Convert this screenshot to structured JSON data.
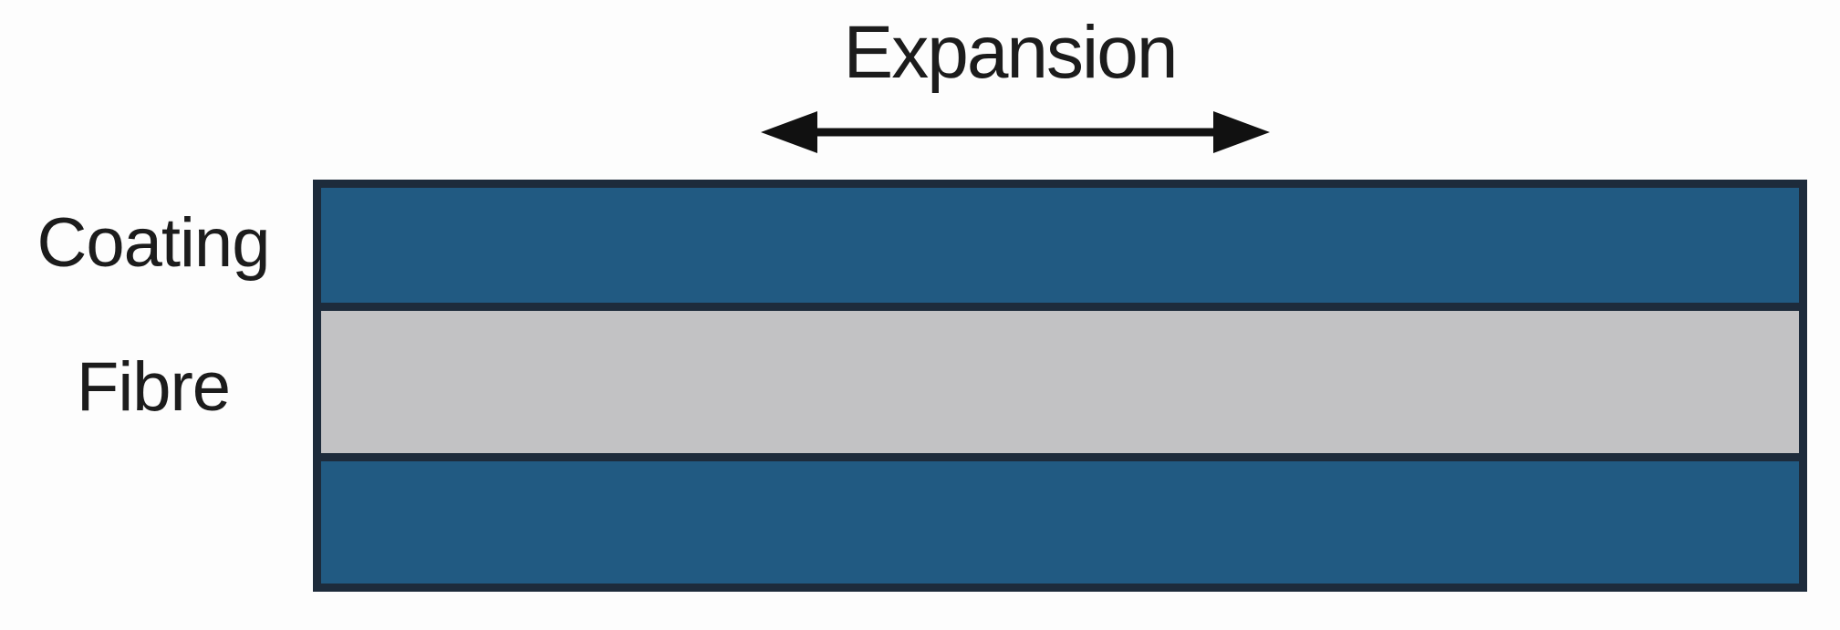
{
  "diagram": {
    "title": "Expansion",
    "arrow": {
      "type": "horizontal-double-arrow",
      "color": "#111111"
    },
    "labels": {
      "coating": "Coating",
      "fibre": "Fibre"
    },
    "layers": [
      {
        "id": "coating-top",
        "material": "Coating",
        "color": "#215a82"
      },
      {
        "id": "fibre",
        "material": "Fibre",
        "color": "#c2c2c4"
      },
      {
        "id": "coating-bottom",
        "material": "Coating",
        "color": "#215a82"
      }
    ],
    "colors": {
      "coating_blue": "#215a82",
      "fibre_grey": "#c2c2c4",
      "outline_navy": "#1d2b3b",
      "text": "#1c1c1c",
      "background": "#fdfdfd"
    }
  }
}
